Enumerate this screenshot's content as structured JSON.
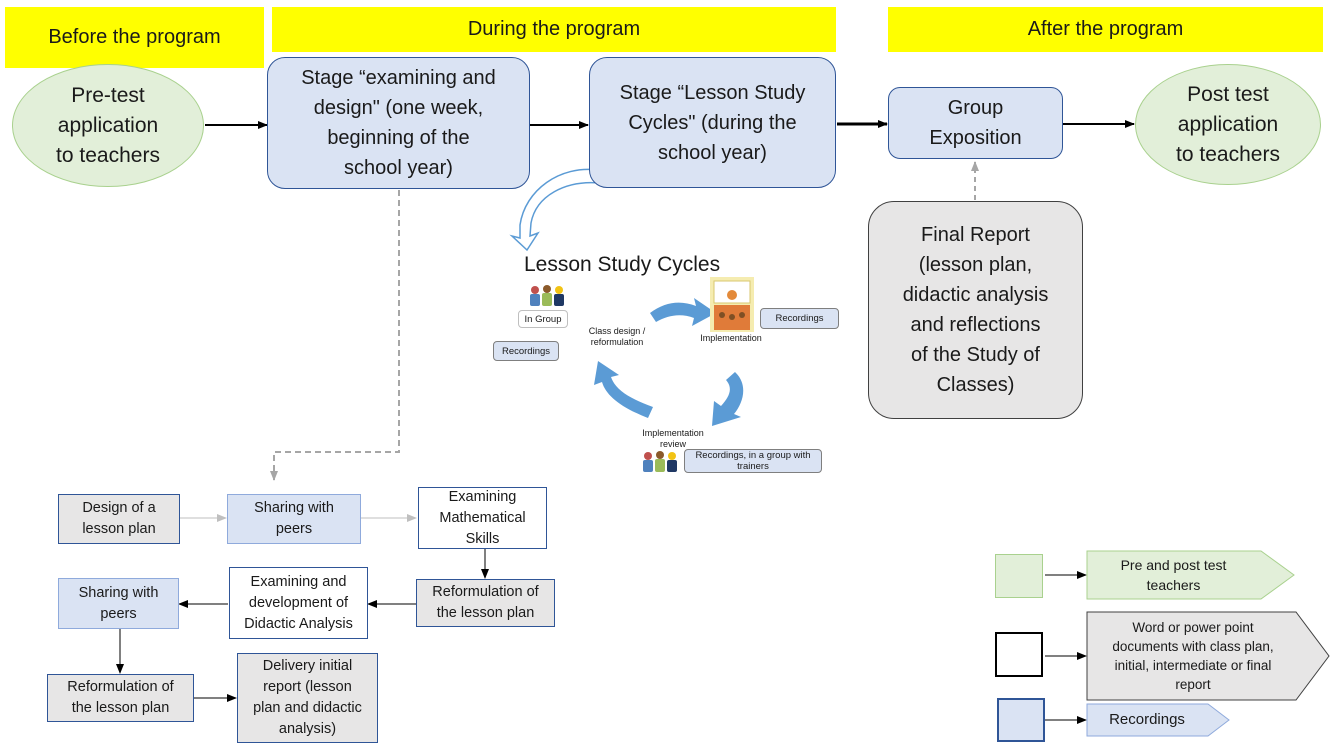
{
  "banners": {
    "before": "Before the program",
    "during": "During the program",
    "after": "After the program"
  },
  "main_flow": {
    "pretest": [
      "Pre-test",
      "application",
      "to teachers"
    ],
    "stage1": [
      "Stage “examining and",
      "design\" (one week,",
      "beginning of the",
      "school year)"
    ],
    "stage2": [
      "Stage “Lesson Study",
      "Cycles\" (during the",
      "school year)"
    ],
    "group_exposition": [
      "Group",
      "Exposition"
    ],
    "posttest": [
      "Post test",
      "application",
      "to teachers"
    ]
  },
  "final_report": [
    "Final Report",
    "(lesson plan,",
    "didactic analysis",
    "and reflections",
    "of the Study of",
    "Classes)"
  ],
  "cycle": {
    "title": "Lesson Study Cycles",
    "in_group": "In Group",
    "recordings_left": "Recordings",
    "class_design": [
      "Class design /",
      "reformulation"
    ],
    "implementation": "Implementation",
    "recordings_right": "Recordings",
    "implementation_review": [
      "Implementation",
      "review"
    ],
    "recordings_trainers": [
      "Recordings, in a group with",
      "trainers"
    ]
  },
  "flowchart": {
    "design": [
      "Design of a",
      "lesson plan"
    ],
    "sharing1": [
      "Sharing with",
      "peers"
    ],
    "examining_math": [
      "Examining",
      "Mathematical",
      "Skills"
    ],
    "reform1": [
      "Reformulation of",
      "the lesson plan"
    ],
    "examining_dev": [
      "Examining and",
      "development of",
      "Didactic Analysis"
    ],
    "sharing2": [
      "Sharing with",
      "peers"
    ],
    "reform2": [
      "Reformulation of",
      "the lesson plan"
    ],
    "delivery": [
      "Delivery initial",
      "report (lesson",
      "plan and didactic",
      "analysis)"
    ]
  },
  "legend": {
    "green": [
      "Pre and post test",
      "teachers"
    ],
    "grey": [
      "Word or power point",
      "documents with class plan,",
      "initial, intermediate or final",
      "report"
    ],
    "blue": "Recordings"
  },
  "colors": {
    "banner": "#ffff00",
    "green_fill": "#e2efd9",
    "blue_fill": "#dae3f3",
    "grey_fill": "#e7e6e6",
    "cycle_arrow": "#5b9bd5"
  }
}
